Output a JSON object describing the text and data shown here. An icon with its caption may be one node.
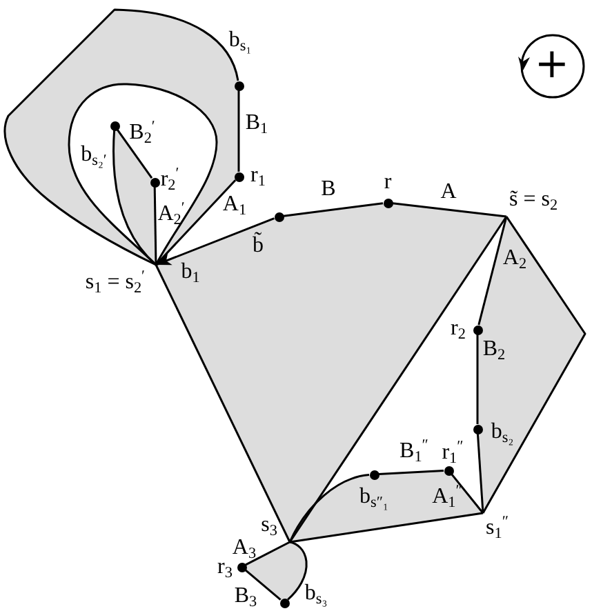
{
  "diagram": {
    "nodes": [
      {
        "text": [],
        "shape": "circle"
      },
      {
        "text": [],
        "shape": "circle"
      },
      {
        "text": [],
        "shape": "circle",
        "beside": [
          "r$_{1}$"
        ]
      },
      {
        "text": [],
        "shape": "circle",
        "beside": [
          "r$_{2}$$^{′}$"
        ]
      },
      {
        "text": [],
        "shape": "circle",
        "beside": [
          "r"
        ]
      },
      {
        "text": [],
        "shape": "circle"
      },
      {
        "text": [
          "s̃ = s$_{2}$"
        ]
      },
      {
        "text": [
          "s$_{1}$ = s$_{2}$$^{′}$"
        ]
      },
      {
        "text": [],
        "shape": "circle",
        "beside": [
          "r$_{2}$"
        ]
      },
      {
        "text": [],
        "shape": "circle"
      },
      {
        "text": [],
        "shape": "circle",
        "beside": [
          "r$_{1}$$^{″}$"
        ]
      },
      {
        "text": [],
        "shape": "circle"
      },
      {
        "text": [
          "s$_{1}$$^{″}$"
        ]
      },
      {
        "text": [
          "s$_{3}$"
        ]
      },
      {
        "text": [],
        "shape": "circle",
        "beside": [
          "r$_{3}$"
        ]
      },
      {
        "text": [],
        "shape": "circle"
      }
    ],
    "edges": [
      {
        "from": 7,
        "to": 2,
        "arrow": "none",
        "label": "A$_{1}$"
      },
      {
        "from": 2,
        "to": 0,
        "arrow": "none",
        "label": "B$_{1}$"
      },
      {
        "from": 0,
        "to": 7,
        "arrow": "none",
        "label": "b$_{s₁}$"
      },
      {
        "from": 7,
        "to": 7,
        "arrow": "none"
      },
      {
        "from": 7,
        "to": 3,
        "arrow": "none",
        "label": "A$_{2}$$^{′}$"
      },
      {
        "from": 3,
        "to": 1,
        "arrow": "none",
        "label": "B$_{2}$$^{′}$"
      },
      {
        "from": 1,
        "to": 7,
        "arrow": "none",
        "label": "b$_{s₂′}$"
      },
      {
        "from": 5,
        "to": 7,
        "arrow": "to",
        "label": "b̃"
      },
      {
        "from": 5,
        "to": 4,
        "arrow": "none",
        "label": "B"
      },
      {
        "from": 4,
        "to": 6,
        "arrow": "none",
        "label": "A"
      },
      {
        "from": 7,
        "to": 13,
        "arrow": "none"
      },
      {
        "from": 6,
        "to": 13,
        "arrow": "none"
      },
      {
        "from": 6,
        "to": 8,
        "arrow": "none",
        "label": "A$_{2}$"
      },
      {
        "from": 8,
        "to": 9,
        "arrow": "none",
        "label": "B$_{2}$"
      },
      {
        "from": 9,
        "to": 12,
        "arrow": "none",
        "label": "b$_{s₂}$"
      },
      {
        "from": 6,
        "to": 12,
        "arrow": "none"
      },
      {
        "from": 12,
        "to": 10,
        "arrow": "none",
        "label": "A$_{1}$$^{″}$"
      },
      {
        "from": 10,
        "to": 11,
        "arrow": "none",
        "label": "B$_{1}$$^{″}$"
      },
      {
        "from": 11,
        "to": 13,
        "arrow": "none",
        "label": "b$_{s″₁}$"
      },
      {
        "from": 12,
        "to": 13,
        "arrow": "none"
      },
      {
        "from": 13,
        "to": 14,
        "arrow": "none",
        "label": "A$_{3}$"
      },
      {
        "from": 14,
        "to": 15,
        "arrow": "none",
        "label": "B$_{3}$"
      },
      {
        "from": 15,
        "to": 13,
        "arrow": "none",
        "label": "b$_{s₃}$"
      }
    ],
    "labels": [
      "b$_{1}$",
      "+"
    ]
  }
}
